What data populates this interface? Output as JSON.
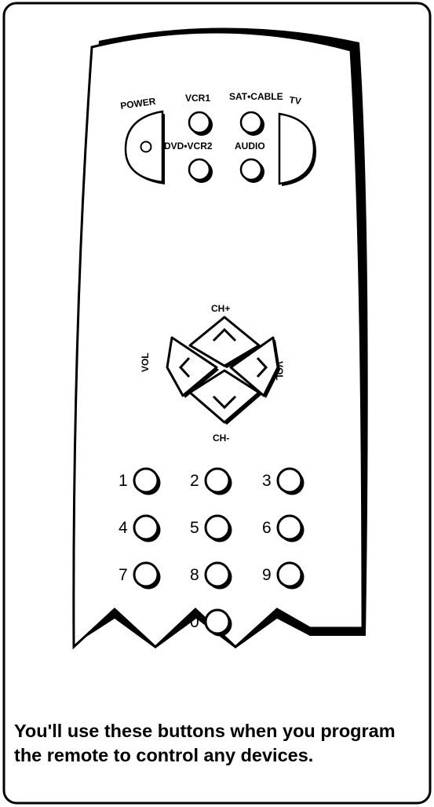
{
  "labels": {
    "power": "POWER",
    "vcr1": "VCR1",
    "sat_cable": "SAT•CABLE",
    "tv": "TV",
    "dvd_vcr2": "DVD•VCR2",
    "audio": "AUDIO",
    "ch_up": "CH+",
    "ch_down": "CH-",
    "vol_left": "VOL",
    "vol_right": "VOL"
  },
  "numbers": [
    "1",
    "2",
    "3",
    "4",
    "5",
    "6",
    "7",
    "8",
    "9",
    "0"
  ],
  "caption": "You'll use these buttons when you program the remote to control any devices."
}
